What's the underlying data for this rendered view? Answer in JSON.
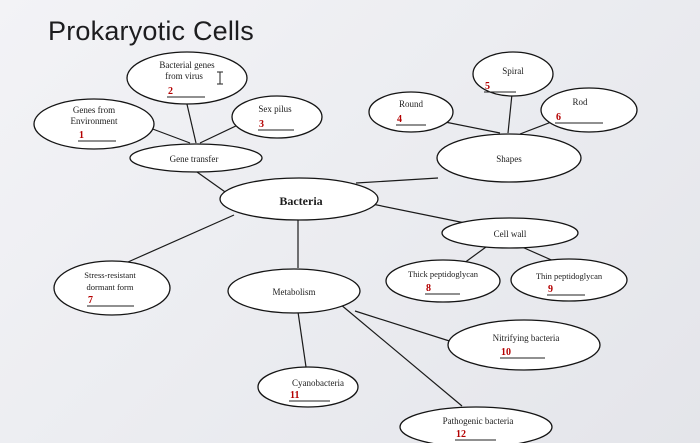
{
  "title": "Prokaryotic Cells",
  "nodes": {
    "bacteria": {
      "label": "Bacteria"
    },
    "bacterial_genes": {
      "label_line1": "Bacterial genes",
      "label_line2": "from virus",
      "number": "2"
    },
    "genes_environment": {
      "label_line1": "Genes from",
      "label_line2": "Environment",
      "number": "1"
    },
    "sex_pilus": {
      "label": "Sex pilus",
      "number": "3"
    },
    "gene_transfer": {
      "label": "Gene transfer"
    },
    "stress_resistant": {
      "label_line1": "Stress-resistant",
      "label_line2": "dormant form",
      "number": "7"
    },
    "metabolism": {
      "label": "Metabolism"
    },
    "cyanobacteria": {
      "label": "Cyanobacteria",
      "number": "11"
    },
    "pathogenic": {
      "label": "Pathogenic bacteria",
      "number": "12"
    },
    "nitrifying": {
      "label": "Nitrifying bacteria",
      "number": "10"
    },
    "cell_wall": {
      "label": "Cell wall"
    },
    "thick": {
      "label": "Thick peptidoglycan",
      "number": "8"
    },
    "thin": {
      "label": "Thin peptidoglycan",
      "number": "9"
    },
    "shapes": {
      "label": "Shapes"
    },
    "round": {
      "label": "Round",
      "number": "4"
    },
    "spiral": {
      "label": "Spiral",
      "number": "5"
    },
    "rod": {
      "label": "Rod",
      "number": "6"
    }
  }
}
